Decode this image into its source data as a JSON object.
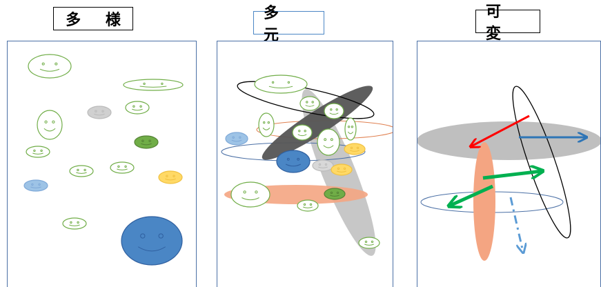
{
  "panels": [
    {
      "title": "多 様",
      "title_border": "black"
    },
    {
      "title": "多 元",
      "title_border": "blue"
    },
    {
      "title": "可 変",
      "title_border": "black"
    }
  ],
  "colors": {
    "green": "#70ad47",
    "blue": "#4a86c5",
    "gray": "#b0b0b0",
    "dark_gray": "#555555",
    "yellow": "#ffd966",
    "salmon": "#f4a582",
    "red_arrow": "#ff0000",
    "green_arrow": "#00b050",
    "blue_arrow": "#2e75b6"
  },
  "icons": [
    "smiley-face-icon",
    "arrow-icon",
    "dashed-arrow-icon"
  ]
}
